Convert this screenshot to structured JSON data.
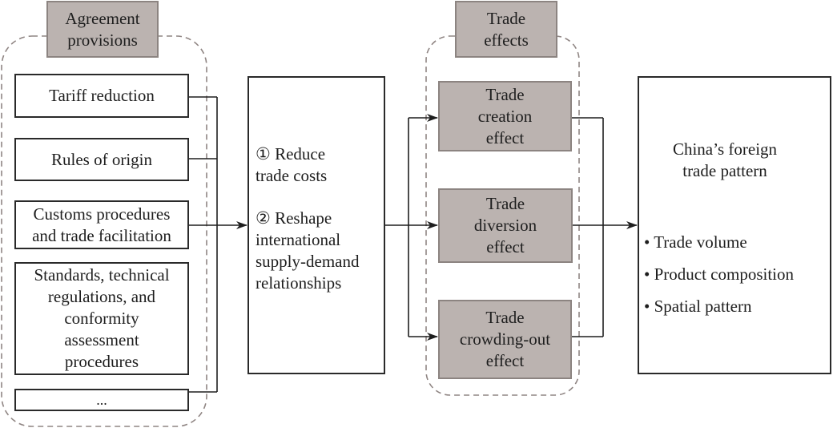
{
  "provisions": {
    "title": "Agreement\nprovisions",
    "items": [
      {
        "label": "Tariff reduction"
      },
      {
        "label": "Rules of origin"
      },
      {
        "label": "Customs procedures\nand trade facilitation"
      },
      {
        "label": "Standards, technical\nregulations, and\nconformity\nassessment\nprocedures"
      },
      {
        "label": "..."
      }
    ]
  },
  "mechanisms": {
    "item1": "① Reduce\ntrade costs",
    "item2": "② Reshape\ninternational\nsupply-demand\nrelationships"
  },
  "effects": {
    "title": "Trade\neffects",
    "items": [
      {
        "label": "Trade\ncreation\neffect"
      },
      {
        "label": "Trade\ndiversion\neffect"
      },
      {
        "label": "Trade\ncrowding-out\neffect"
      }
    ]
  },
  "outcome": {
    "title": "China’s foreign\ntrade pattern",
    "bullets": [
      "• Trade volume",
      "• Product composition",
      "• Spatial pattern"
    ]
  },
  "colors": {
    "group_fill": "#bbb3b0",
    "group_border": "#8c8481",
    "dash": "#8f8583",
    "line": "#1e1e1e"
  }
}
